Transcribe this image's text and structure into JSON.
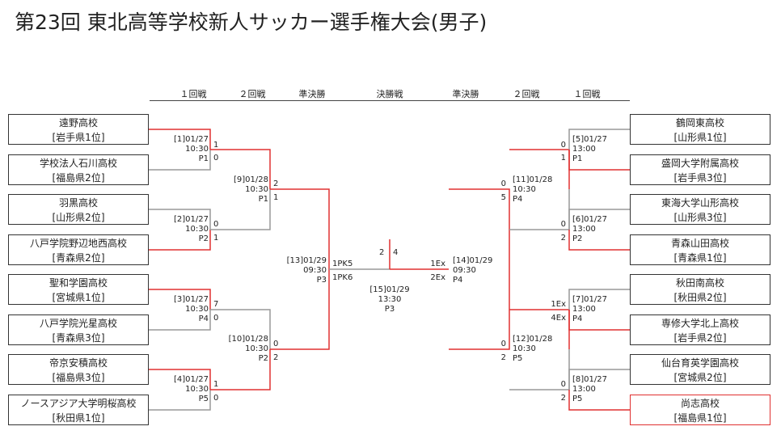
{
  "title": "第23回 東北高等学校新人サッカー選手権大会(男子)",
  "round_headers": [
    "１回戦",
    "２回戦",
    "準決勝",
    "決勝戦",
    "準決勝",
    "２回戦",
    "１回戦"
  ],
  "left_teams": [
    {
      "name": "遠野高校",
      "seed": "[岩手県1位]"
    },
    {
      "name": "学校法人石川高校",
      "seed": "[福島県2位]"
    },
    {
      "name": "羽黒高校",
      "seed": "[山形県2位]"
    },
    {
      "name": "八戸学院野辺地西高校",
      "seed": "[青森県2位]"
    },
    {
      "name": "聖和学園高校",
      "seed": "[宮城県1位]"
    },
    {
      "name": "八戸学院光星高校",
      "seed": "[青森県3位]"
    },
    {
      "name": "帝京安積高校",
      "seed": "[福島県3位]"
    },
    {
      "name": "ノースアジア大学明桜高校",
      "seed": "[秋田県1位]"
    }
  ],
  "right_teams": [
    {
      "name": "鶴岡東高校",
      "seed": "[山形県1位]"
    },
    {
      "name": "盛岡大学附属高校",
      "seed": "[岩手県3位]"
    },
    {
      "name": "東海大学山形高校",
      "seed": "[山形県3位]"
    },
    {
      "name": "青森山田高校",
      "seed": "[青森県1位]"
    },
    {
      "name": "秋田南高校",
      "seed": "[秋田県2位]"
    },
    {
      "name": "専修大学北上高校",
      "seed": "[岩手県2位]"
    },
    {
      "name": "仙台育英学園高校",
      "seed": "[宮城県2位]"
    },
    {
      "name": "尚志高校",
      "seed": "[福島県1位]"
    }
  ],
  "matches": {
    "m1": {
      "date": "[1]01/27",
      "time": "10:30",
      "venue": "P1",
      "s1": "1",
      "s2": "0"
    },
    "m2": {
      "date": "[2]01/27",
      "time": "10:30",
      "venue": "P2",
      "s1": "0",
      "s2": "1"
    },
    "m3": {
      "date": "[3]01/27",
      "time": "10:30",
      "venue": "P4",
      "s1": "7",
      "s2": "0"
    },
    "m4": {
      "date": "[4]01/27",
      "time": "10:30",
      "venue": "P5",
      "s1": "1",
      "s2": "0"
    },
    "m5": {
      "date": "[5]01/27",
      "time": "13:00",
      "venue": "P1",
      "s1": "0",
      "s2": "1"
    },
    "m6": {
      "date": "[6]01/27",
      "time": "13:00",
      "venue": "P2",
      "s1": "0",
      "s2": "2"
    },
    "m7": {
      "date": "[7]01/27",
      "time": "13:00",
      "venue": "P4",
      "s1": "1Ex",
      "s2": "4Ex"
    },
    "m8": {
      "date": "[8]01/27",
      "time": "13:00",
      "venue": "P5",
      "s1": "0",
      "s2": "2"
    },
    "m9": {
      "date": "[9]01/28",
      "time": "10:30",
      "venue": "P1",
      "s1": "2",
      "s2": "1"
    },
    "m10": {
      "date": "[10]01/28",
      "time": "10:30",
      "venue": "P2",
      "s1": "0",
      "s2": "2"
    },
    "m11": {
      "date": "[11]01/28",
      "time": "10:30",
      "venue": "P4",
      "s1": "0",
      "s2": "5"
    },
    "m12": {
      "date": "[12]01/28",
      "time": "10:30",
      "venue": "P5",
      "s1": "0",
      "s2": "2"
    },
    "m13": {
      "date": "[13]01/29",
      "time": "09:30",
      "venue": "P3",
      "s1": "1PK5",
      "s2": "1PK6"
    },
    "m14": {
      "date": "[14]01/29",
      "time": "09:30",
      "venue": "P4",
      "s1": "1Ex",
      "s2": "2Ex"
    },
    "m15": {
      "date": "[15]01/29",
      "time": "13:30",
      "venue": "P3",
      "s1": "2",
      "s2": "4"
    }
  },
  "colors": {
    "winner_line": "#e03030",
    "loser_line": "#999999",
    "border": "#333333"
  }
}
